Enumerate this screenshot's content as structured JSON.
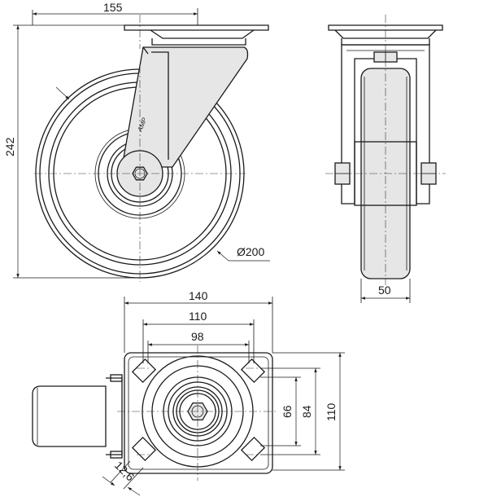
{
  "dimensions": {
    "plate_width_side": "155",
    "total_height": "242",
    "wheel_diameter": "Ø200",
    "wheel_width": "50",
    "plate_width": "140",
    "hole_spacing_outer": "110",
    "hole_spacing_inner": "98",
    "hole_spacing_v_inner": "66",
    "hole_spacing_v_mid": "84",
    "hole_spacing_v_outer": "110",
    "slot_width": "12,6"
  },
  "brand_mark": "AMP"
}
